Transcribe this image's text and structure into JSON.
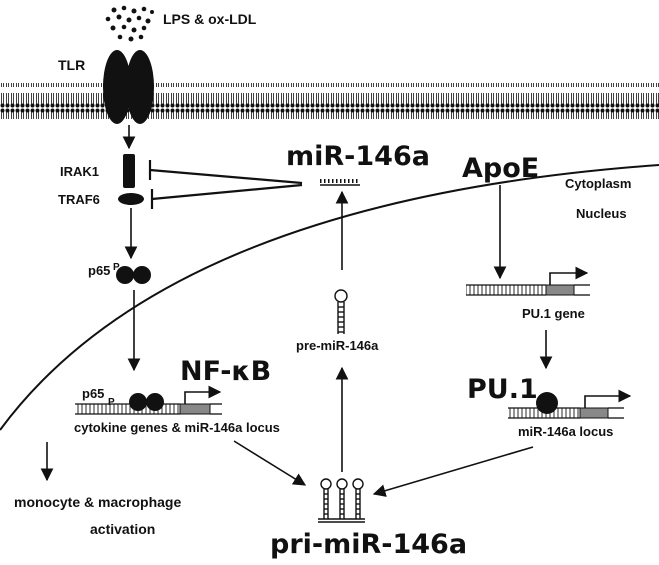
{
  "labels": {
    "stimulus": "LPS & ox-LDL",
    "receptor": "TLR",
    "irak": "IRAK1",
    "traf": "TRAF6",
    "p65_top": "p65",
    "p65_top_sup": "P",
    "p65_bottom": "p65",
    "p65_bottom_sub": "P",
    "nfkb": "NF-κB",
    "mir": "miR-146a",
    "apoe": "ApoE",
    "cytoplasm": "Cytoplasm",
    "nucleus": "Nucleus",
    "pu1_gene": "PU.1 gene",
    "pu1": "PU.1",
    "pre_mir": "pre-miR-146a",
    "pri_mir": "pri-miR-146a",
    "mir_locus": "miR-146a locus",
    "cytokine_locus": "cytokine genes & miR-146a locus",
    "activation_line1": "monocyte & macrophage",
    "activation_line2": "activation"
  }
}
